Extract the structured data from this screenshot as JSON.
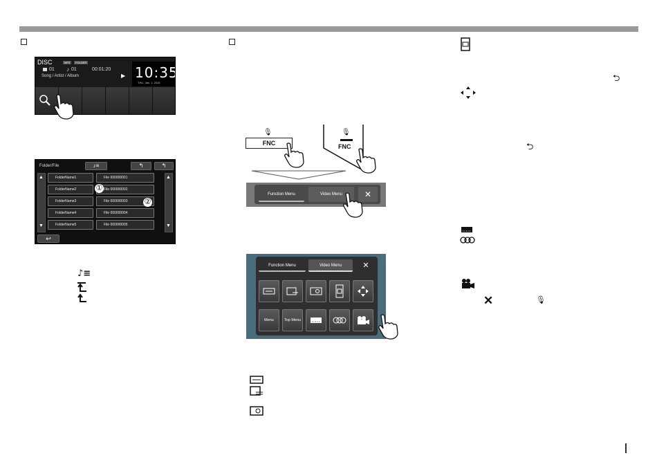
{
  "disc_screen": {
    "source": "DISC",
    "badges": [
      "MP3",
      "FOLDER"
    ],
    "folder": "01",
    "track": "01",
    "elapsed": "00:01:20",
    "tag": "Song / Artist / Album",
    "clock": "10:35",
    "date": "THU. Jan. 1. 2015"
  },
  "folder_screen": {
    "header": "Folder/File",
    "folders": [
      "FolderName1",
      "FolderName2",
      "FolderName3",
      "FolderName4",
      "FolderName5"
    ],
    "files": [
      "File 000000001",
      "File 000000002",
      "File 000000003",
      "File 000000004",
      "File 000000005"
    ],
    "callouts": [
      "①",
      "②"
    ]
  },
  "fnc": {
    "label_left": "FNC",
    "label_right": "FNC"
  },
  "function_bar": {
    "tab1": "Function Menu",
    "tab2": "Video Menu",
    "close": "✕"
  },
  "video_menu": {
    "tab1": "Function Menu",
    "tab2": "Video Menu",
    "close": "✕",
    "row2_labels": [
      "Menu",
      "Top Menu"
    ]
  },
  "glyphs": {
    "back": "⮌",
    "music_list": "♪≡",
    "close": "✕",
    "mic": "🎙"
  }
}
